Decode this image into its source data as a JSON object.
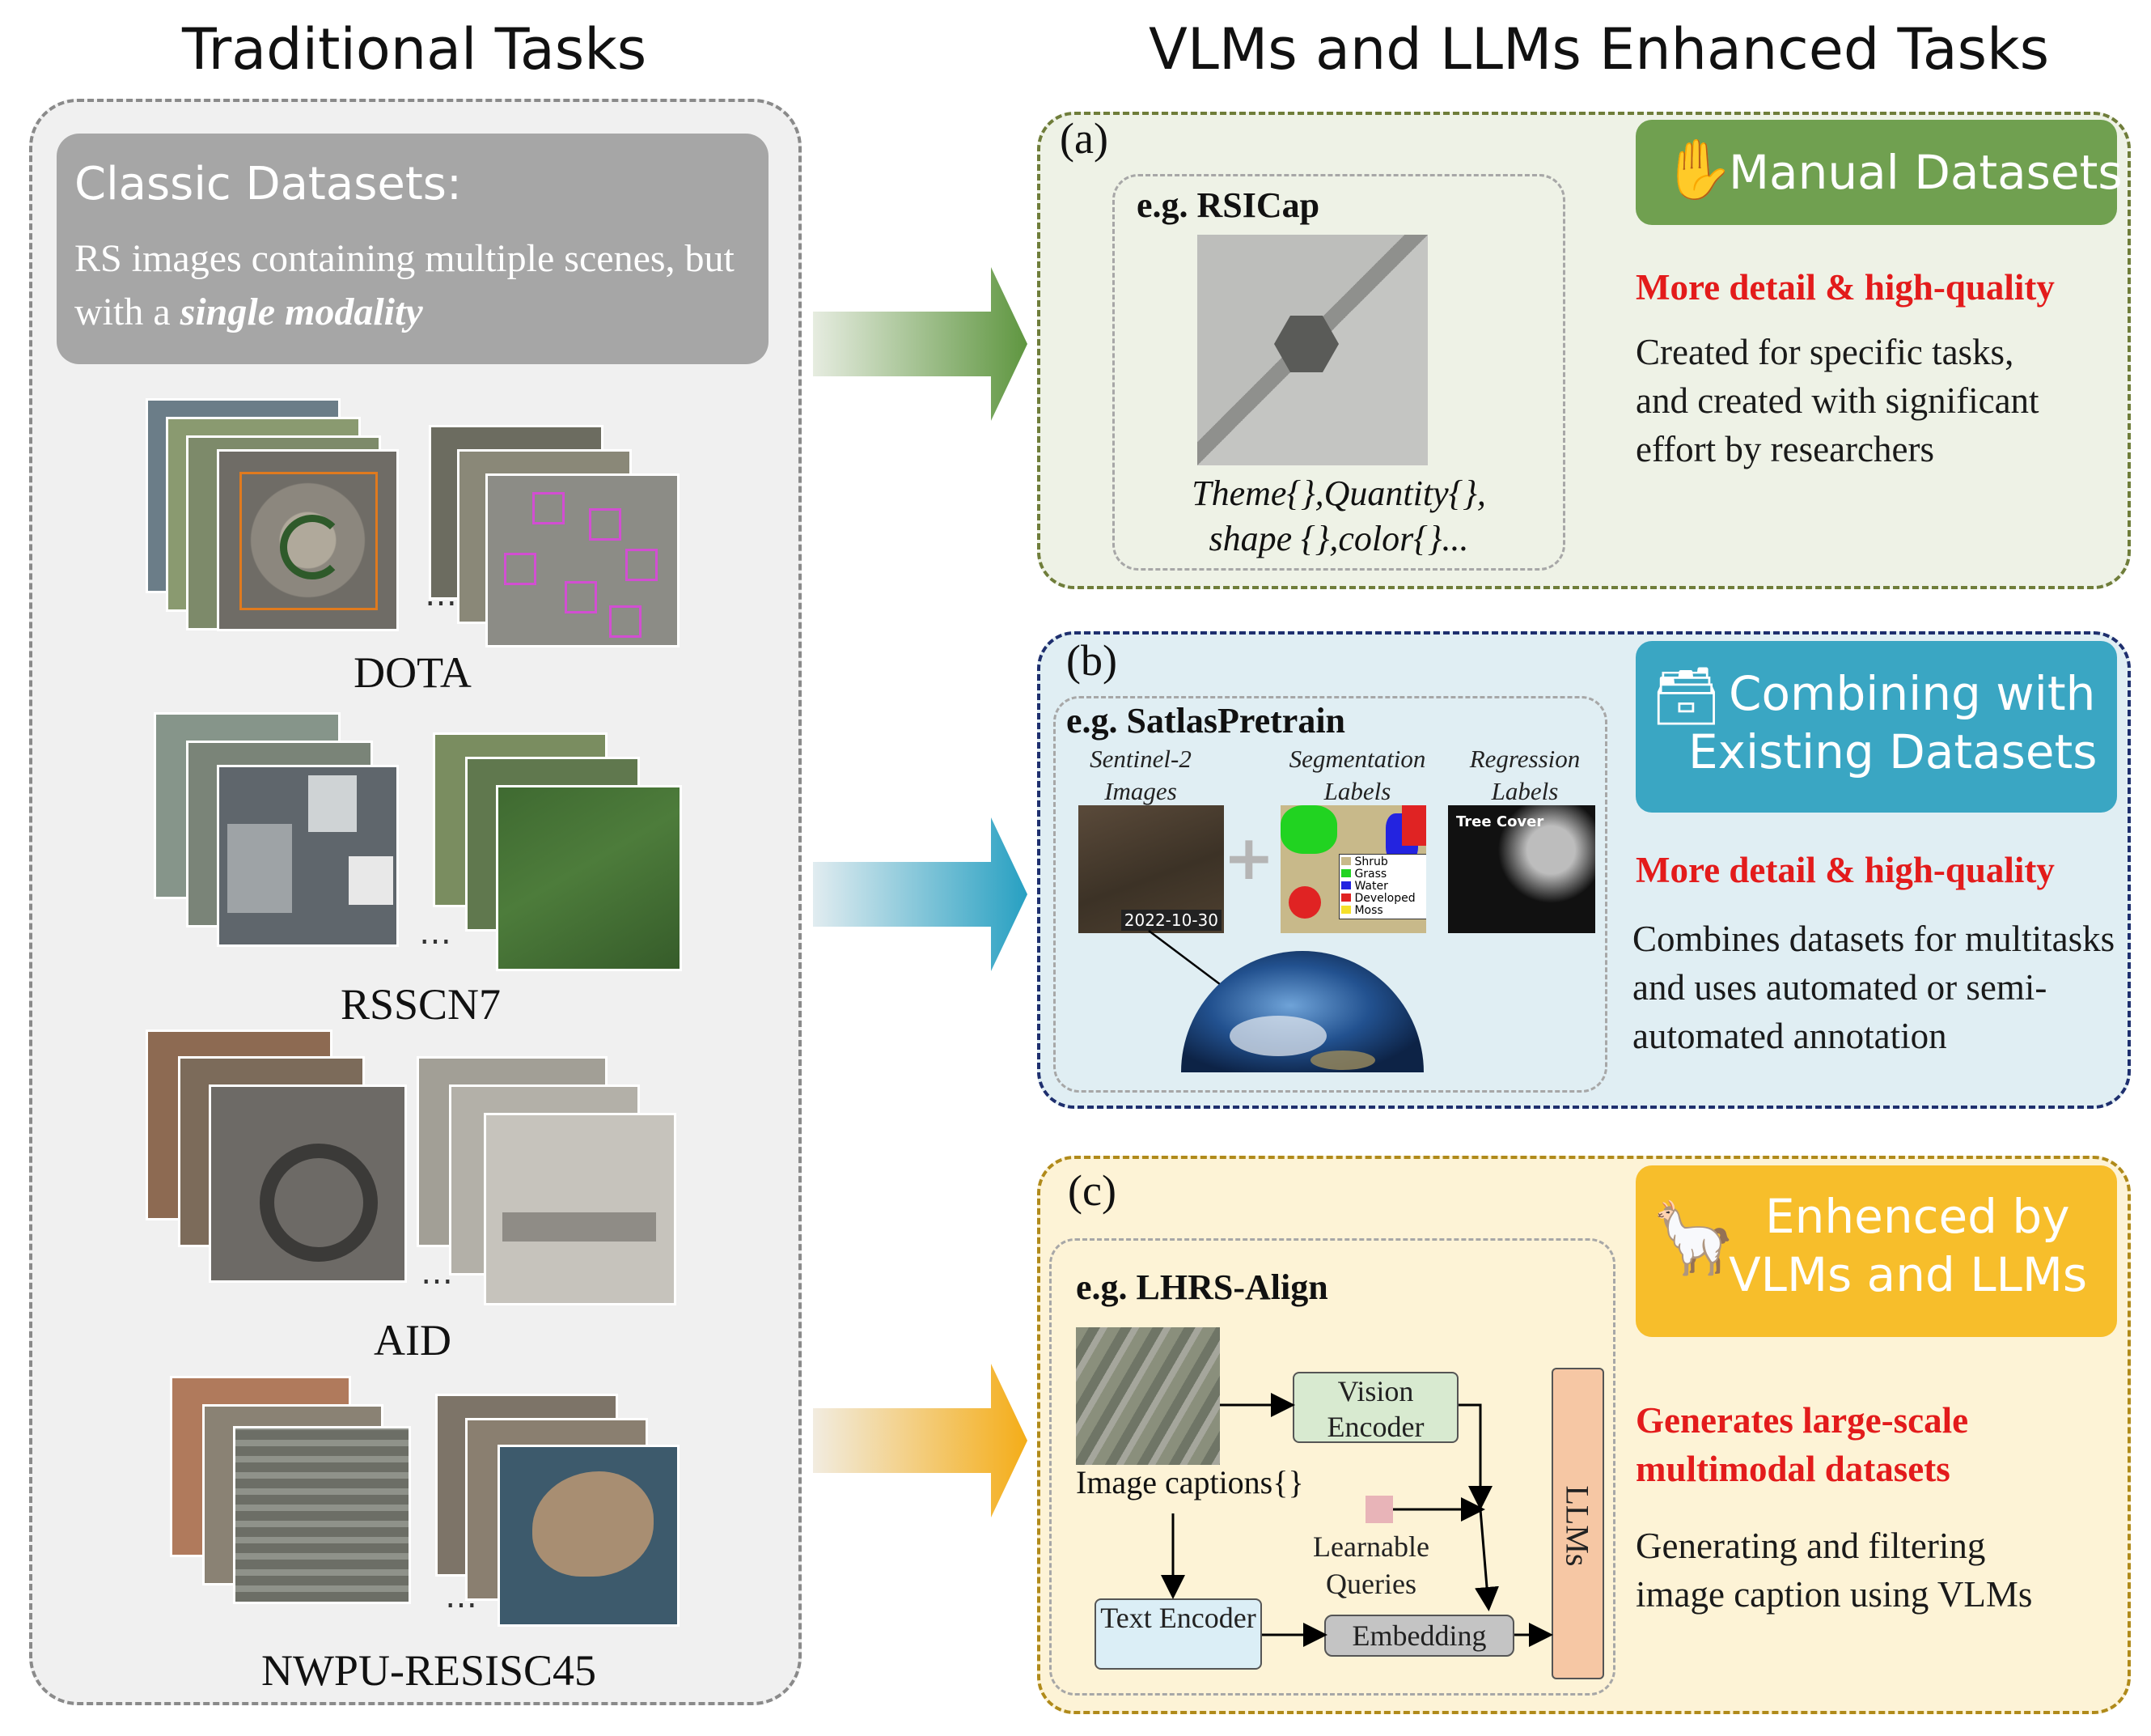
{
  "headers": {
    "left": "Traditional Tasks",
    "right": "VLMs and LLMs Enhanced Tasks"
  },
  "classic": {
    "title": "Classic Datasets:",
    "body_plain": "RS images containing multiple scenes, but with a ",
    "body_emph": "single modality"
  },
  "datasets": [
    {
      "name": "DOTA"
    },
    {
      "name": "RSSCN7"
    },
    {
      "name": "AID"
    },
    {
      "name": "NWPU-RESISC45"
    }
  ],
  "ellipsis": "…",
  "panel_a": {
    "letter": "(a)",
    "example": "e.g. RSICap",
    "attrs_line1": "Theme{},Quantity{},",
    "attrs_line2": "shape {},color{}...",
    "tag": "Manual Datasets",
    "tag_icon": "raised-hand-icon",
    "highlight": "More detail & high-quality",
    "desc": "Created for specific tasks, and created with significant effort by researchers",
    "color": "#70a050"
  },
  "panel_b": {
    "letter": "(b)",
    "example": "e.g. SatlasPretrain",
    "cols": [
      "Sentinel-2 Images",
      "Segmentation Labels",
      "Regression Labels"
    ],
    "date": "2022-10-30",
    "plus": "+",
    "legend": [
      {
        "label": "Shrub",
        "color": "#c8b98a"
      },
      {
        "label": "Grass",
        "color": "#21d321"
      },
      {
        "label": "Water",
        "color": "#2323e0"
      },
      {
        "label": "Developed",
        "color": "#e02323"
      },
      {
        "label": "Moss",
        "color": "#f5e02a"
      }
    ],
    "regression_text": "Tree Cover",
    "tag_line1": "Combining with",
    "tag_line2": "Existing Datasets",
    "tag_icon": "file-box-icon",
    "highlight": "More detail & high-quality",
    "desc": "Combines datasets for multitasks and uses automated or semi-automated annotation",
    "color": "#3aa6c3"
  },
  "panel_c": {
    "letter": "(c)",
    "example": "e.g. LHRS-Align",
    "image_captions": "Image captions{}",
    "vision_encoder": "Vision Encoder",
    "learnable_queries": "Learnable Queries",
    "text_encoder": "Text Encoder",
    "embedding": "Embedding",
    "llms": "LLMs",
    "tag_line1": "Enhenced by",
    "tag_line2": "VLMs and LLMs",
    "tag_icon": "llama-icon",
    "highlight_line1": "Generates large-scale",
    "highlight_line2": "multimodal datasets",
    "desc": "Generating and filtering image caption using VLMs",
    "color": "#f7be2b"
  }
}
